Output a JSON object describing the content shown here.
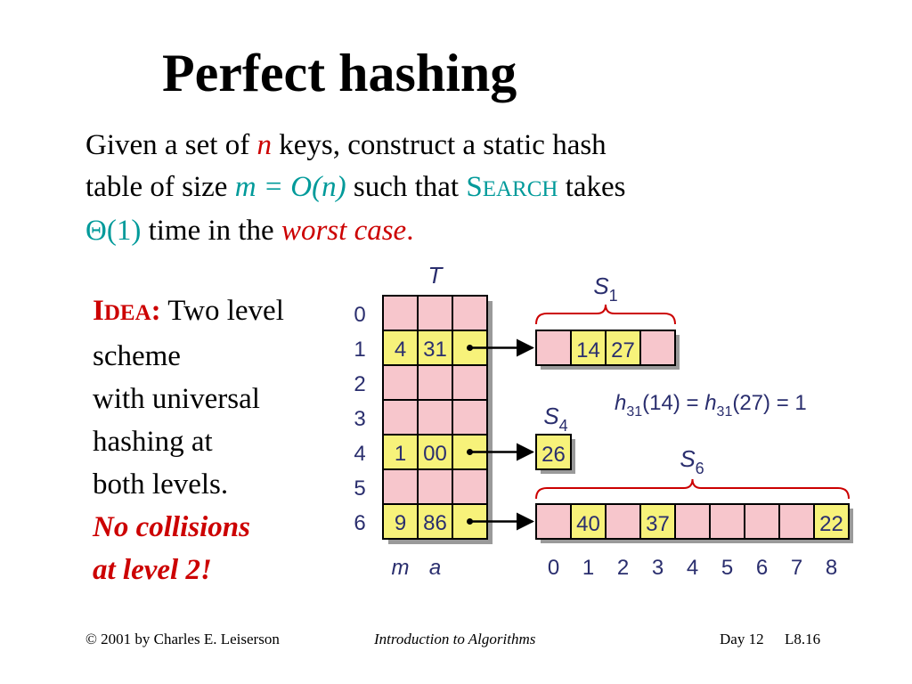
{
  "slide": {
    "title": "Perfect hashing",
    "intro": {
      "line1_a": "Given a set of ",
      "n": "n",
      "line1_b": " keys, construct a static hash",
      "line2_a": "table of size ",
      "m_eq_on": "m = O(n)",
      "line2_b": " such that ",
      "search_S": "S",
      "search_rest": "EARCH",
      "line2_c": " takes",
      "theta": "Θ(1)",
      "line3_a": " time in the ",
      "worst_case": "worst case",
      "period": "."
    },
    "idea": {
      "label_I": "I",
      "label_rest": "DEA",
      "colon": ":",
      "l1": " Two level",
      "l2": "scheme",
      "l3": "with universal",
      "l4": "hashing at",
      "l5": "both levels.",
      "l6": "No collisions",
      "l7": "at level 2!"
    }
  },
  "colors": {
    "cell_pink": "#f7c6cc",
    "cell_yellow": "#f7f27a",
    "teal": "#009a9a",
    "red": "#cc0000",
    "diagram_text": "#2a2e6e"
  },
  "diagram": {
    "T_label": "T",
    "row_indices": [
      "0",
      "1",
      "2",
      "3",
      "4",
      "5",
      "6"
    ],
    "T_rows": [
      {
        "m": "",
        "a": "",
        "filled": false
      },
      {
        "m": "4",
        "a": "31",
        "filled": true
      },
      {
        "m": "",
        "a": "",
        "filled": false
      },
      {
        "m": "",
        "a": "",
        "filled": false
      },
      {
        "m": "1",
        "a": "00",
        "filled": true
      },
      {
        "m": "",
        "a": "",
        "filled": false
      },
      {
        "m": "9",
        "a": "86",
        "filled": true
      }
    ],
    "col_labels": {
      "m": "m",
      "a": "a"
    },
    "S1": {
      "label": "S",
      "sub": "1",
      "cells": [
        "",
        "14",
        "27",
        ""
      ]
    },
    "S4": {
      "label": "S",
      "sub": "4",
      "cells": [
        "26"
      ]
    },
    "S6": {
      "label": "S",
      "sub": "6",
      "cells": [
        "",
        "40",
        "",
        "37",
        "",
        "",
        "",
        "",
        "22"
      ]
    },
    "S6_indices": [
      "0",
      "1",
      "2",
      "3",
      "4",
      "5",
      "6",
      "7",
      "8"
    ],
    "equation": {
      "h1": "h",
      "s1": "31",
      "p1": "(14) = ",
      "h2": "h",
      "s2": "31",
      "p2": "(27) = 1"
    }
  },
  "footer": {
    "copyright": "© 2001 by Charles E. Leiserson",
    "book": "Introduction to Algorithms",
    "day": "Day 12",
    "slide_no": "L8.16"
  }
}
